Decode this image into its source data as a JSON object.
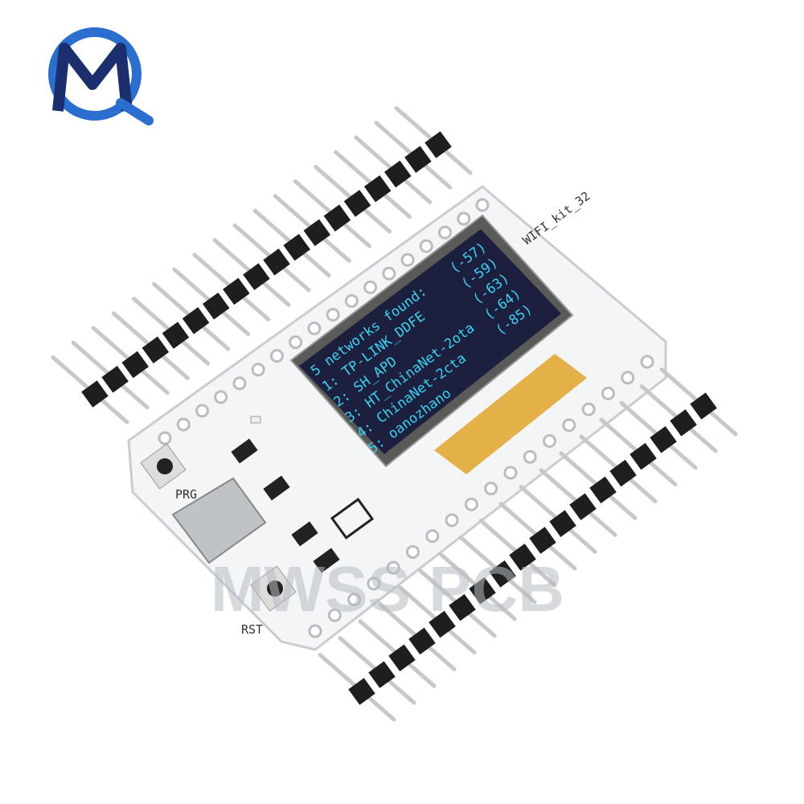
{
  "logo": {
    "text": "MQ",
    "colors": {
      "primary": "#2a6fd0",
      "secondary": "#1b2f6e"
    }
  },
  "watermark": "MWSS PCB",
  "board": {
    "label": "WIFI_kit_32",
    "buttons": {
      "prg": "PRG",
      "rst": "RST"
    },
    "colors": {
      "pcb": "#f4f5f6",
      "header": "#1e1e1e",
      "pin": "#c8c8c8",
      "screen": "#1c1f3e",
      "flex": "#e0a52a"
    }
  },
  "oled": {
    "color": "#38d4f0",
    "lines": [
      "5 networks found:",
      "1: TP-LINK_DDFE",
      "2: SH_APD",
      "3: HT_ChinaNet-2ota",
      "4: ChinaNet-2cta",
      "5: oanozhano"
    ],
    "rssi": [
      "(-57)",
      "(-59)",
      "(-63)",
      "(-64)",
      "(-85)"
    ]
  }
}
